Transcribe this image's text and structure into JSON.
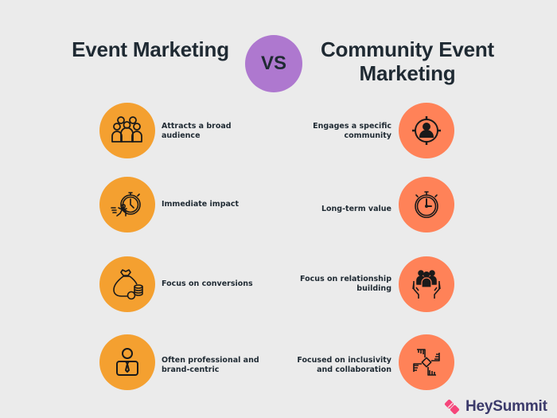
{
  "header": {
    "left_title": "Event Marketing",
    "vs_label": "VS",
    "right_title": "Community Event Marketing"
  },
  "left_items": [
    {
      "icon": "audience-group-icon",
      "label": "Attracts a broad audience"
    },
    {
      "icon": "running-stopwatch-icon",
      "label": "Immediate impact"
    },
    {
      "icon": "money-bag-coins-icon",
      "label": "Focus on conversions"
    },
    {
      "icon": "businessman-tie-icon",
      "label": "Often professional and brand-centric"
    }
  ],
  "right_items": [
    {
      "icon": "target-person-icon",
      "label": "Engages a specific community"
    },
    {
      "icon": "stopwatch-icon",
      "label": "Long-term value"
    },
    {
      "icon": "hands-holding-people-icon",
      "label": "Focus on relationship building"
    },
    {
      "icon": "interlocking-hands-icon",
      "label": "Focused on inclusivity and collaboration"
    }
  ],
  "brand": {
    "name": "HeySummit"
  },
  "colors": {
    "background": "#ebebeb",
    "left_circle": "#f4a030",
    "right_circle": "#ff8258",
    "vs_circle": "#ae78cf",
    "text": "#1f2a33",
    "brand_text": "#3b3a6b",
    "brand_logo": "#f5457a"
  }
}
